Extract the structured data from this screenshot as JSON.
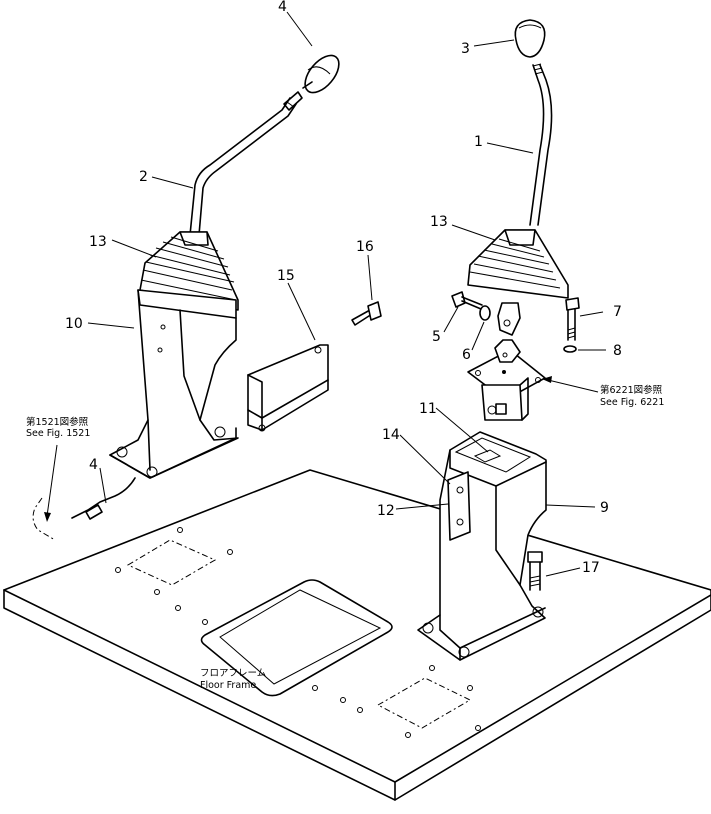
{
  "parts": {
    "p1": "1",
    "p2": "2",
    "p3": "3",
    "p4": "4",
    "p4b": "4",
    "p5": "5",
    "p6": "6",
    "p7": "7",
    "p8": "8",
    "p9": "9",
    "p10": "10",
    "p11": "11",
    "p12": "12",
    "p13": "13",
    "p13b": "13",
    "p14": "14",
    "p15": "15",
    "p16": "16",
    "p17": "17"
  },
  "notes": {
    "fig1521_jp": "第1521図参照",
    "fig1521_en": "See Fig. 1521",
    "fig6221_jp": "第6221図参照",
    "fig6221_en": "See Fig. 6221",
    "floor_jp": "フロアフレーム",
    "floor_en": "Floor  Frame"
  }
}
